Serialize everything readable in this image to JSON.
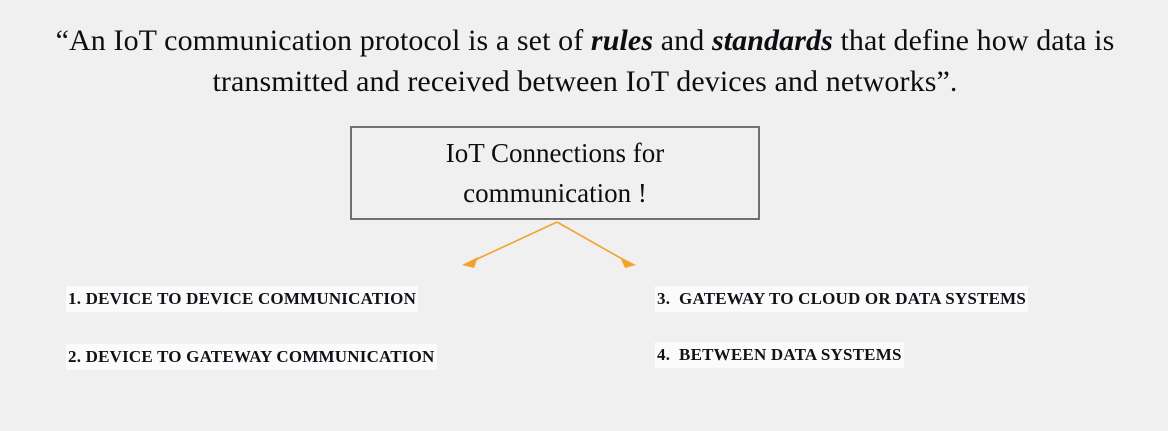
{
  "slide": {
    "background_color": "#f0f0f0",
    "text_color": "#0d0d12",
    "accent_color": "#f5a22d",
    "box_border_color": "#70706f",
    "highlight_color": "#fbfbfb"
  },
  "quote": {
    "open_quote": "“",
    "part1": "An IoT communication protocol is a set of ",
    "emphasis1": "rules",
    "part2": " and ",
    "emphasis2": "standards",
    "part3": " that define how data is transmitted and received between IoT devices and networks",
    "close_quote": "”",
    "end_punctuation": "."
  },
  "center_box": {
    "line1": "IoT Connections for",
    "line2": "communication !"
  },
  "arrows": {
    "left_arrow_name": "arrow-to-left-branch",
    "right_arrow_name": "arrow-to-right-branch",
    "color": "#f5a22d"
  },
  "bullets": [
    {
      "id": 1,
      "text": "1. DEVICE TO DEVICE COMMUNICATION"
    },
    {
      "id": 2,
      "text": "2. DEVICE TO GATEWAY COMMUNICATION"
    },
    {
      "id": 3,
      "text": "3.  GATEWAY TO CLOUD OR DATA SYSTEMS"
    },
    {
      "id": 4,
      "text": "4.  BETWEEN DATA SYSTEMS"
    }
  ]
}
